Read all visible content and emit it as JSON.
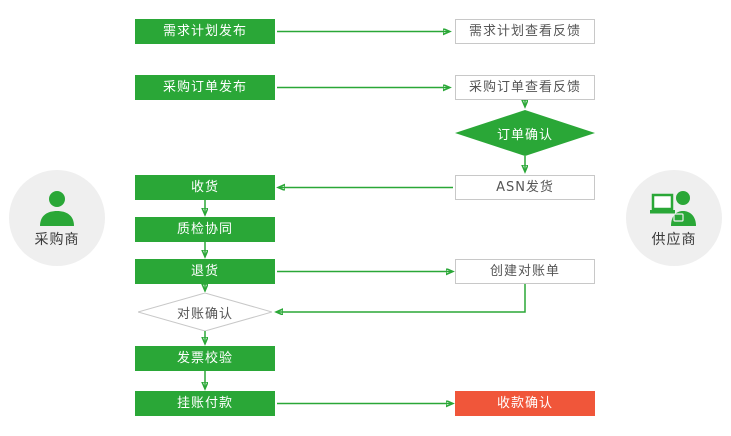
{
  "actors": {
    "buyer": {
      "label": "采购商"
    },
    "supplier": {
      "label": "供应商"
    }
  },
  "nodes": {
    "demand_plan_publish": "需求计划发布",
    "demand_plan_feedback": "需求计划查看反馈",
    "po_publish": "采购订单发布",
    "po_feedback": "采购订单查看反馈",
    "order_confirm": "订单确认",
    "receive_goods": "收货",
    "asn_ship": "ASN发货",
    "quality_check": "质检协同",
    "return_goods": "退货",
    "create_statement": "创建对账单",
    "reconcile_confirm": "对账确认",
    "invoice_verify": "发票校验",
    "account_payment": "挂账付款",
    "receipt_confirm": "收款确认"
  },
  "colors": {
    "green": "#2aa737",
    "red": "#f0563a",
    "box_border": "#c8c8c8",
    "text_dark": "#555555",
    "circle_bg": "#efefef"
  }
}
